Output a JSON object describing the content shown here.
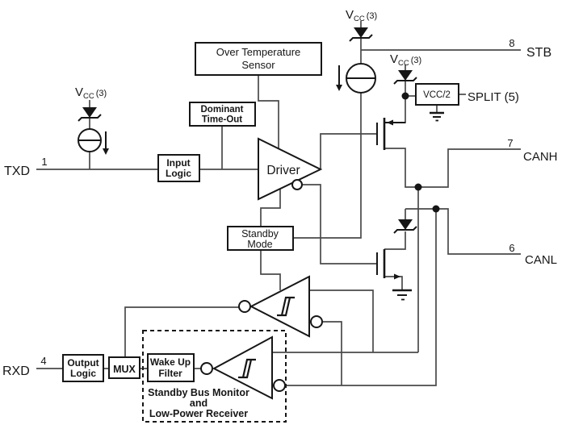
{
  "diagram": {
    "title_hint": "CAN transceiver functional block diagram",
    "colors": {
      "background": "#ffffff",
      "wire": "#4a4a4a",
      "ink": "#161616"
    },
    "supply": {
      "v": "V",
      "sub": "CC",
      "note": "(3)"
    },
    "pins": {
      "txd": {
        "name": "TXD",
        "number": "1"
      },
      "rxd": {
        "name": "RXD",
        "number": "4"
      },
      "stb": {
        "name": "STB",
        "number": "8"
      },
      "split": {
        "name": "SPLIT (5)"
      },
      "canh": {
        "name": "CANH",
        "number": "7"
      },
      "canl": {
        "name": "CANL",
        "number": "6"
      }
    },
    "blocks": {
      "over_temperature_sensor": {
        "line1": "Over Temperature",
        "line2": "Sensor"
      },
      "dominant_time_out": {
        "line1": "Dominant",
        "line2": "Time-Out"
      },
      "input_logic": {
        "line1": "Input",
        "line2": "Logic"
      },
      "driver": {
        "label": "Driver"
      },
      "standby_mode": {
        "line1": "Standby",
        "line2": "Mode"
      },
      "vcc_half": {
        "label": "VCC/2"
      },
      "output_logic": {
        "line1": "Output",
        "line2": "Logic"
      },
      "mux": {
        "label": "MUX"
      },
      "wake_up_filter": {
        "line1": "Wake Up",
        "line2": "Filter"
      }
    },
    "standby_monitor_caption": {
      "line1": "Standby Bus Monitor",
      "line2": "and",
      "line3": "Low-Power Receiver"
    }
  }
}
